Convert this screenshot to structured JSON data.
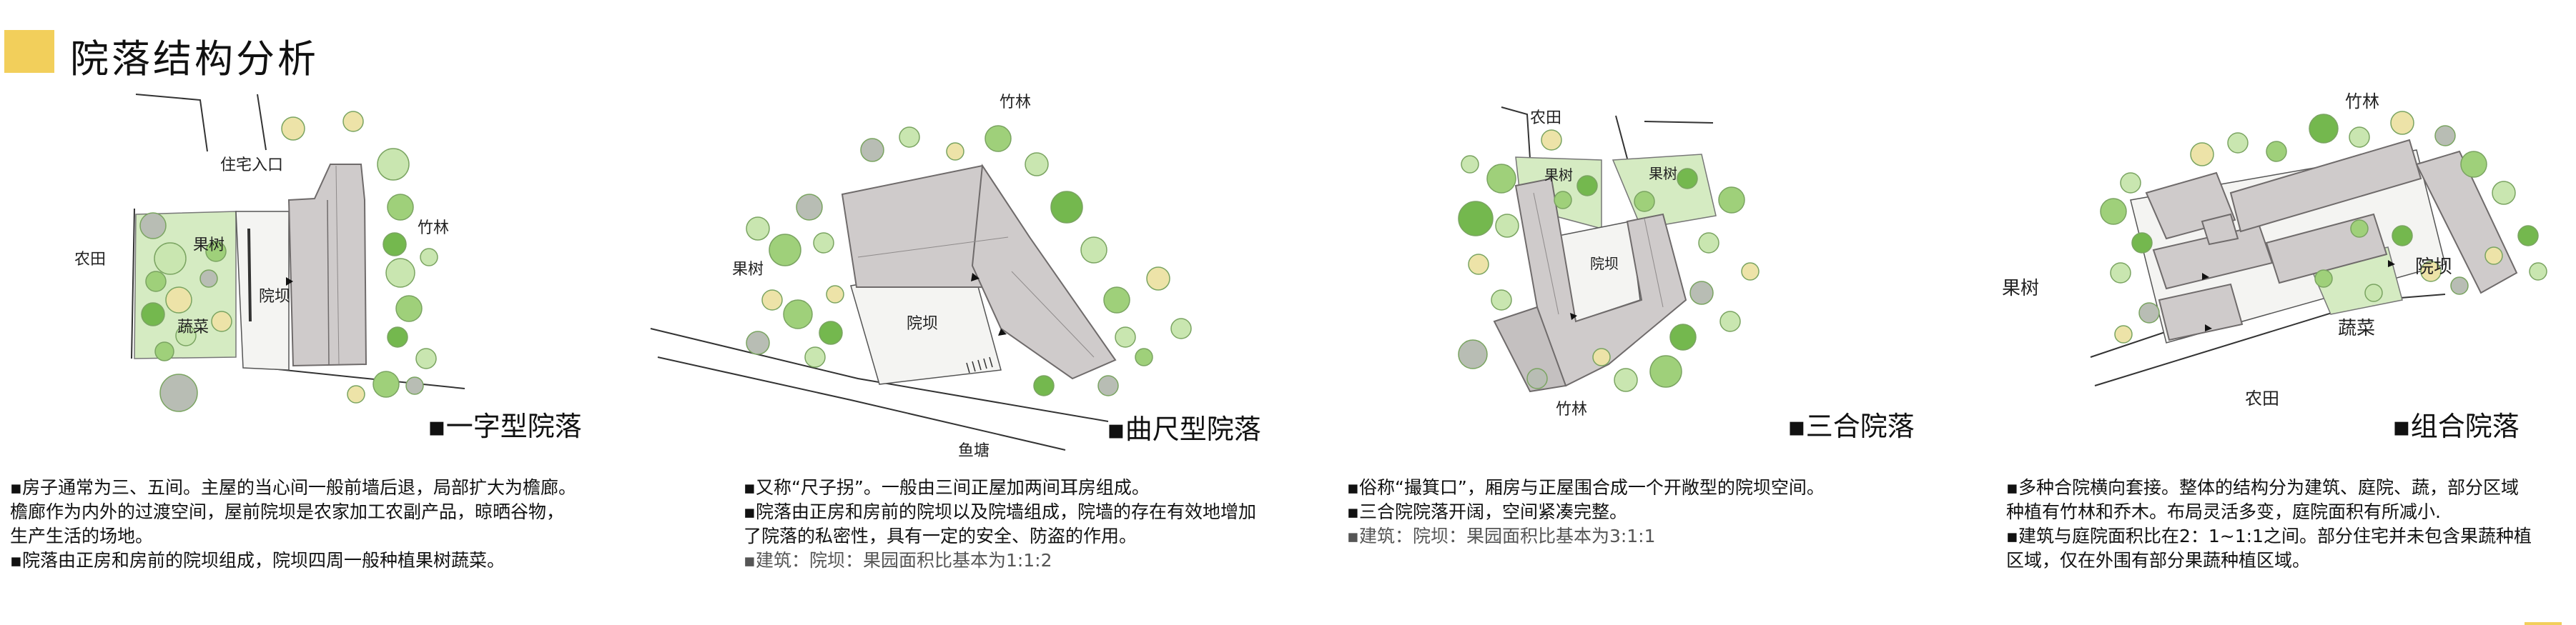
{
  "page": {
    "title": "院落结构分析"
  },
  "panels": [
    {
      "id": "yizi",
      "type_title": "▪一字型院落",
      "labels": {
        "entrance": "住宅入口",
        "farmland": "农田",
        "fruit_trees": "果树",
        "bamboo": "竹林",
        "courtyard": "院坝",
        "vegetables": "蔬菜"
      },
      "description": [
        "▪房子通常为三、五间。主屋的当心间一般前墙后退，局部扩大为檐廊。",
        "檐廊作为内外的过渡空间，屋前院坝是农家加工农副产品，晾晒谷物，",
        "生产生活的场地。",
        "▪院落由正房和房前的院坝组成，院坝四周一般种植果树蔬菜。"
      ]
    },
    {
      "id": "quchi",
      "type_title": "▪曲尺型院落",
      "labels": {
        "bamboo": "竹林",
        "fruit_trees": "果树",
        "courtyard": "院坝",
        "pond": "鱼塘"
      },
      "description": [
        "▪又称“尺子拐”。一般由三间正屋加两间耳房组成。",
        "▪院落由正房和房前的院坝以及院墙组成，院墙的存在有效地增加",
        "了院落的私密性，具有一定的安全、防盗的作用。"
      ],
      "ratio_note": "▪建筑：院坝：果园面积比基本为1:1:2"
    },
    {
      "id": "sanhe",
      "type_title": "▪三合院落",
      "labels": {
        "farmland": "农田",
        "fruit_trees_left": "果树",
        "fruit_trees_right": "果树",
        "courtyard": "院坝",
        "bamboo": "竹林"
      },
      "description": [
        "▪俗称“撮箕口”，厢房与正屋围合成一个开敞型的院坝空间。",
        "▪三合院院落开阔，空间紧凑完整。"
      ],
      "ratio_note": "▪建筑：院坝：果园面积比基本为3:1:1"
    },
    {
      "id": "zuhe",
      "type_title": "▪组合院落",
      "labels": {
        "bamboo": "竹林",
        "fruit_trees": "果树",
        "courtyard": "院坝",
        "vegetables": "蔬菜",
        "farmland": "农田"
      },
      "description": [
        "▪多种合院横向套接。整体的结构分为建筑、庭院、蔬，部分区域",
        "种植有竹林和乔木。布局灵活多变，庭院面积有所减小.",
        "▪建筑与庭院面积比在2：1~1:1之间。部分住宅并未包含果蔬种植",
        "区域，仅在外围有部分果蔬种植区域。"
      ]
    }
  ],
  "colors": {
    "accent": "#f2cf5b",
    "roof": "#cfcbcb",
    "roof_line": "#6f6b6b",
    "green_light": "#c9e6b0",
    "green_mid": "#9fd07a",
    "green_dark": "#74b84e",
    "tree_gray": "#b8bdb4",
    "tree_yellow": "#ede3a8",
    "garden": "#d5ebc2"
  }
}
